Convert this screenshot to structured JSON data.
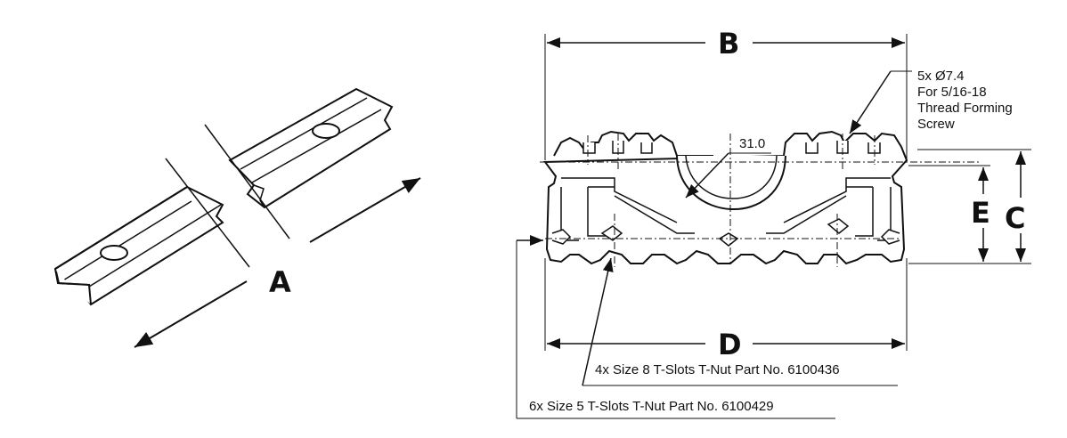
{
  "labels": {
    "A": "A",
    "B": "B",
    "C": "C",
    "D": "D",
    "E": "E"
  },
  "hole_note": [
    "5x Ø7.4",
    "For 5/16-18",
    "Thread Forming",
    "Screw"
  ],
  "radius_dim": "31.0",
  "tslot_size8_note": "4x Size 8 T-Slots T-Nut Part No. 6100436",
  "tslot_size5_note": "6x Size 5 T-Slots T-Nut Part No. 6100429"
}
